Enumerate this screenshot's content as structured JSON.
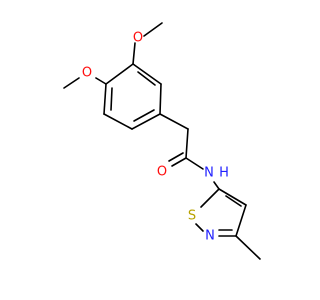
{
  "colors": {
    "bond": "#000000",
    "carbon": "#000000",
    "oxygen": "#ff0d0d",
    "nitrogen": "#2020ff",
    "sulfur": "#b8a200",
    "background": "#ffffff"
  },
  "molecule": {
    "atoms": [
      {
        "id": "o_top",
        "label": "O",
        "element": "oxygen"
      },
      {
        "id": "o_left",
        "label": "O",
        "element": "oxygen"
      },
      {
        "id": "o_carbonyl",
        "label": "O",
        "element": "oxygen"
      },
      {
        "id": "n_amide",
        "label": "N",
        "element": "nitrogen"
      },
      {
        "id": "h_amide",
        "label": "H",
        "element": "nitrogen"
      },
      {
        "id": "s_ring",
        "label": "S",
        "element": "sulfur"
      },
      {
        "id": "n_ring",
        "label": "N",
        "element": "nitrogen"
      }
    ]
  }
}
